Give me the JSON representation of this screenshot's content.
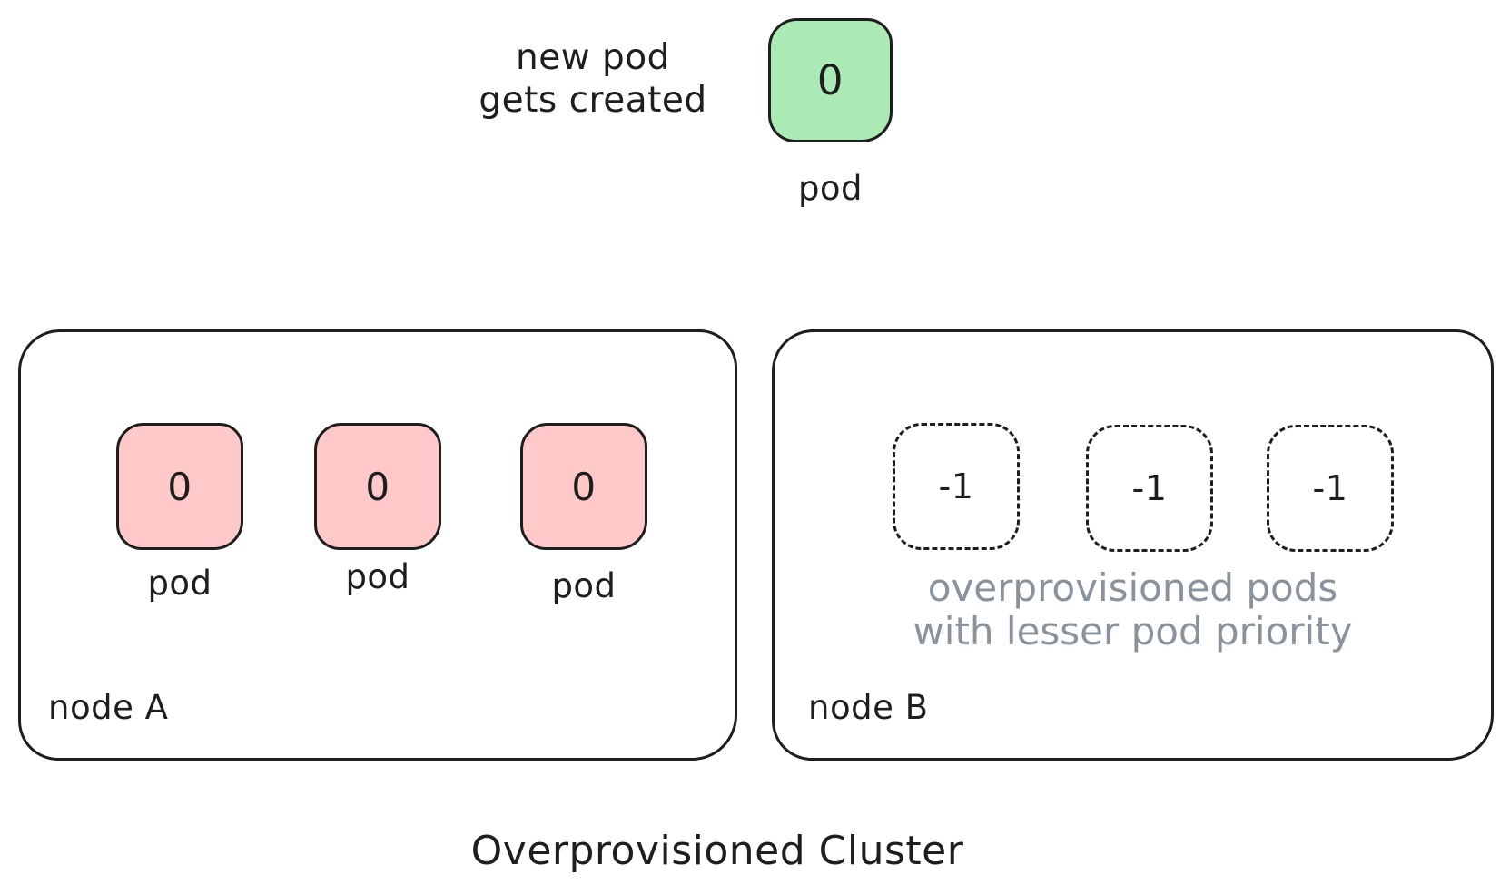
{
  "canvas": {
    "background": "#ffffff",
    "stroke_color": "#1e1e1e",
    "green_fill": "#abeab4",
    "pink_fill": "#ffc9c9",
    "gray_text_color": "#8a939c"
  },
  "annotation": {
    "line1": "new pod",
    "line2": "gets created"
  },
  "new_pod": {
    "value": "0",
    "label": "pod"
  },
  "node_a": {
    "label": "node A",
    "pods": [
      {
        "value": "0",
        "label": "pod"
      },
      {
        "value": "0",
        "label": "pod"
      },
      {
        "value": "0",
        "label": "pod"
      }
    ]
  },
  "node_b": {
    "label": "node B",
    "pods": [
      {
        "value": "-1"
      },
      {
        "value": "-1"
      },
      {
        "value": "-1"
      }
    ],
    "caption_line1": "overprovisioned pods",
    "caption_line2": "with lesser pod priority"
  },
  "title": "Overprovisioned Cluster"
}
